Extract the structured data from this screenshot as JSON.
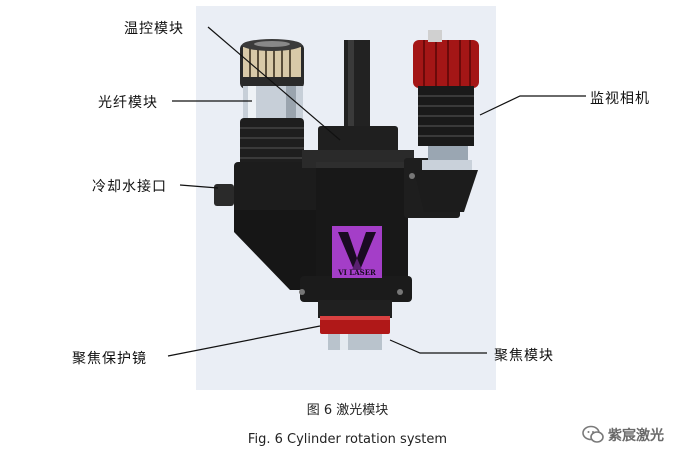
{
  "labels": {
    "temp_module": "温控模块",
    "fiber_module": "光纤模块",
    "cooling_water": "冷却水接口",
    "focus_protect_lens": "聚焦保护镜",
    "monitor_camera": "监视相机",
    "focus_module": "聚焦模块"
  },
  "logo_text": "VI LASER",
  "caption_cn": "图 6 激光模块",
  "caption_en": "Fig. 6 Cylinder rotation system",
  "watermark": "紫宸激光",
  "colors": {
    "body": "#1c1c1c",
    "logo": "#a43ec8",
    "red": "#b01818",
    "backdrop": "#eaeef5"
  }
}
